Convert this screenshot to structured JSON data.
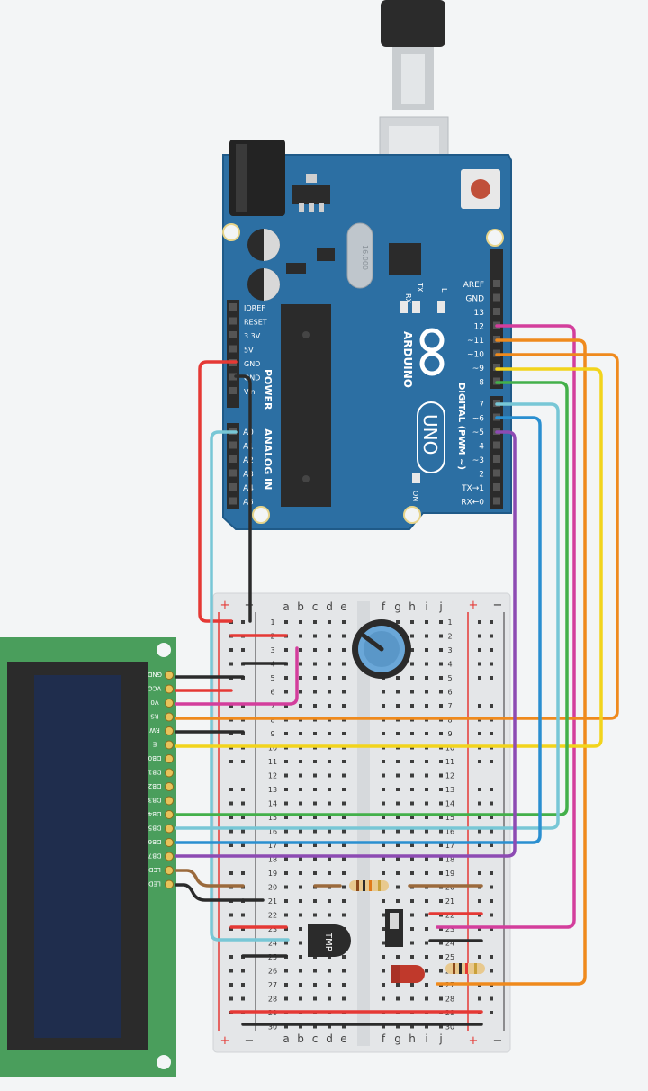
{
  "arduino": {
    "logo": "ARDUINO",
    "model": "UNO",
    "crystal": "16.000",
    "power_section": "POWER",
    "analog_section": "ANALOG IN",
    "digital_section": "DIGITAL (PWM ~)",
    "power_pins": [
      "IOREF",
      "RESET",
      "3.3V",
      "5V",
      "GND",
      "GND",
      "Vin"
    ],
    "analog_pins": [
      "A0",
      "A1",
      "A2",
      "A3",
      "A4",
      "A5"
    ],
    "top_header": [
      "AREF",
      "GND",
      "13",
      "12",
      "~11",
      "~10",
      "~9",
      "8"
    ],
    "bottom_header": [
      "7",
      "~6",
      "~5",
      "4",
      "~3",
      "2",
      "TX→1",
      "RX←0"
    ],
    "leds": [
      "RX",
      "TX",
      "L"
    ],
    "on_led": "ON"
  },
  "breadboard": {
    "columns_left": [
      "a",
      "b",
      "c",
      "d",
      "e"
    ],
    "columns_right": [
      "f",
      "g",
      "h",
      "i",
      "j"
    ],
    "rows": [
      "1",
      "2",
      "3",
      "4",
      "5",
      "6",
      "7",
      "8",
      "9",
      "10",
      "11",
      "12",
      "13",
      "14",
      "15",
      "16",
      "17",
      "18",
      "19",
      "20",
      "21",
      "22",
      "23",
      "24",
      "25",
      "26",
      "27",
      "28",
      "29",
      "30"
    ],
    "rail_plus": "+",
    "rail_minus": "−"
  },
  "lcd": {
    "pins": [
      "GND",
      "VCC",
      "V0",
      "RS",
      "RW",
      "E",
      "DB0",
      "DB1",
      "DB2",
      "DB3",
      "DB4",
      "DB5",
      "DB6",
      "DB7",
      "LED",
      "LED"
    ]
  },
  "components": {
    "temp_sensor": "TMP"
  },
  "colors": {
    "board": "#2c6fa3",
    "lcd_pcb": "#4a9e5c",
    "wire_red": "#e53935",
    "wire_black": "#2b2b2b",
    "wire_magenta": "#d33e9c",
    "wire_orange": "#ef8a1d",
    "wire_yellow": "#f2d41c",
    "wire_green": "#43b04a",
    "wire_lightblue": "#78c7d6",
    "wire_blue": "#2a8fd0",
    "wire_purple": "#8d4bb3",
    "wire_brown": "#9b6a3c"
  }
}
